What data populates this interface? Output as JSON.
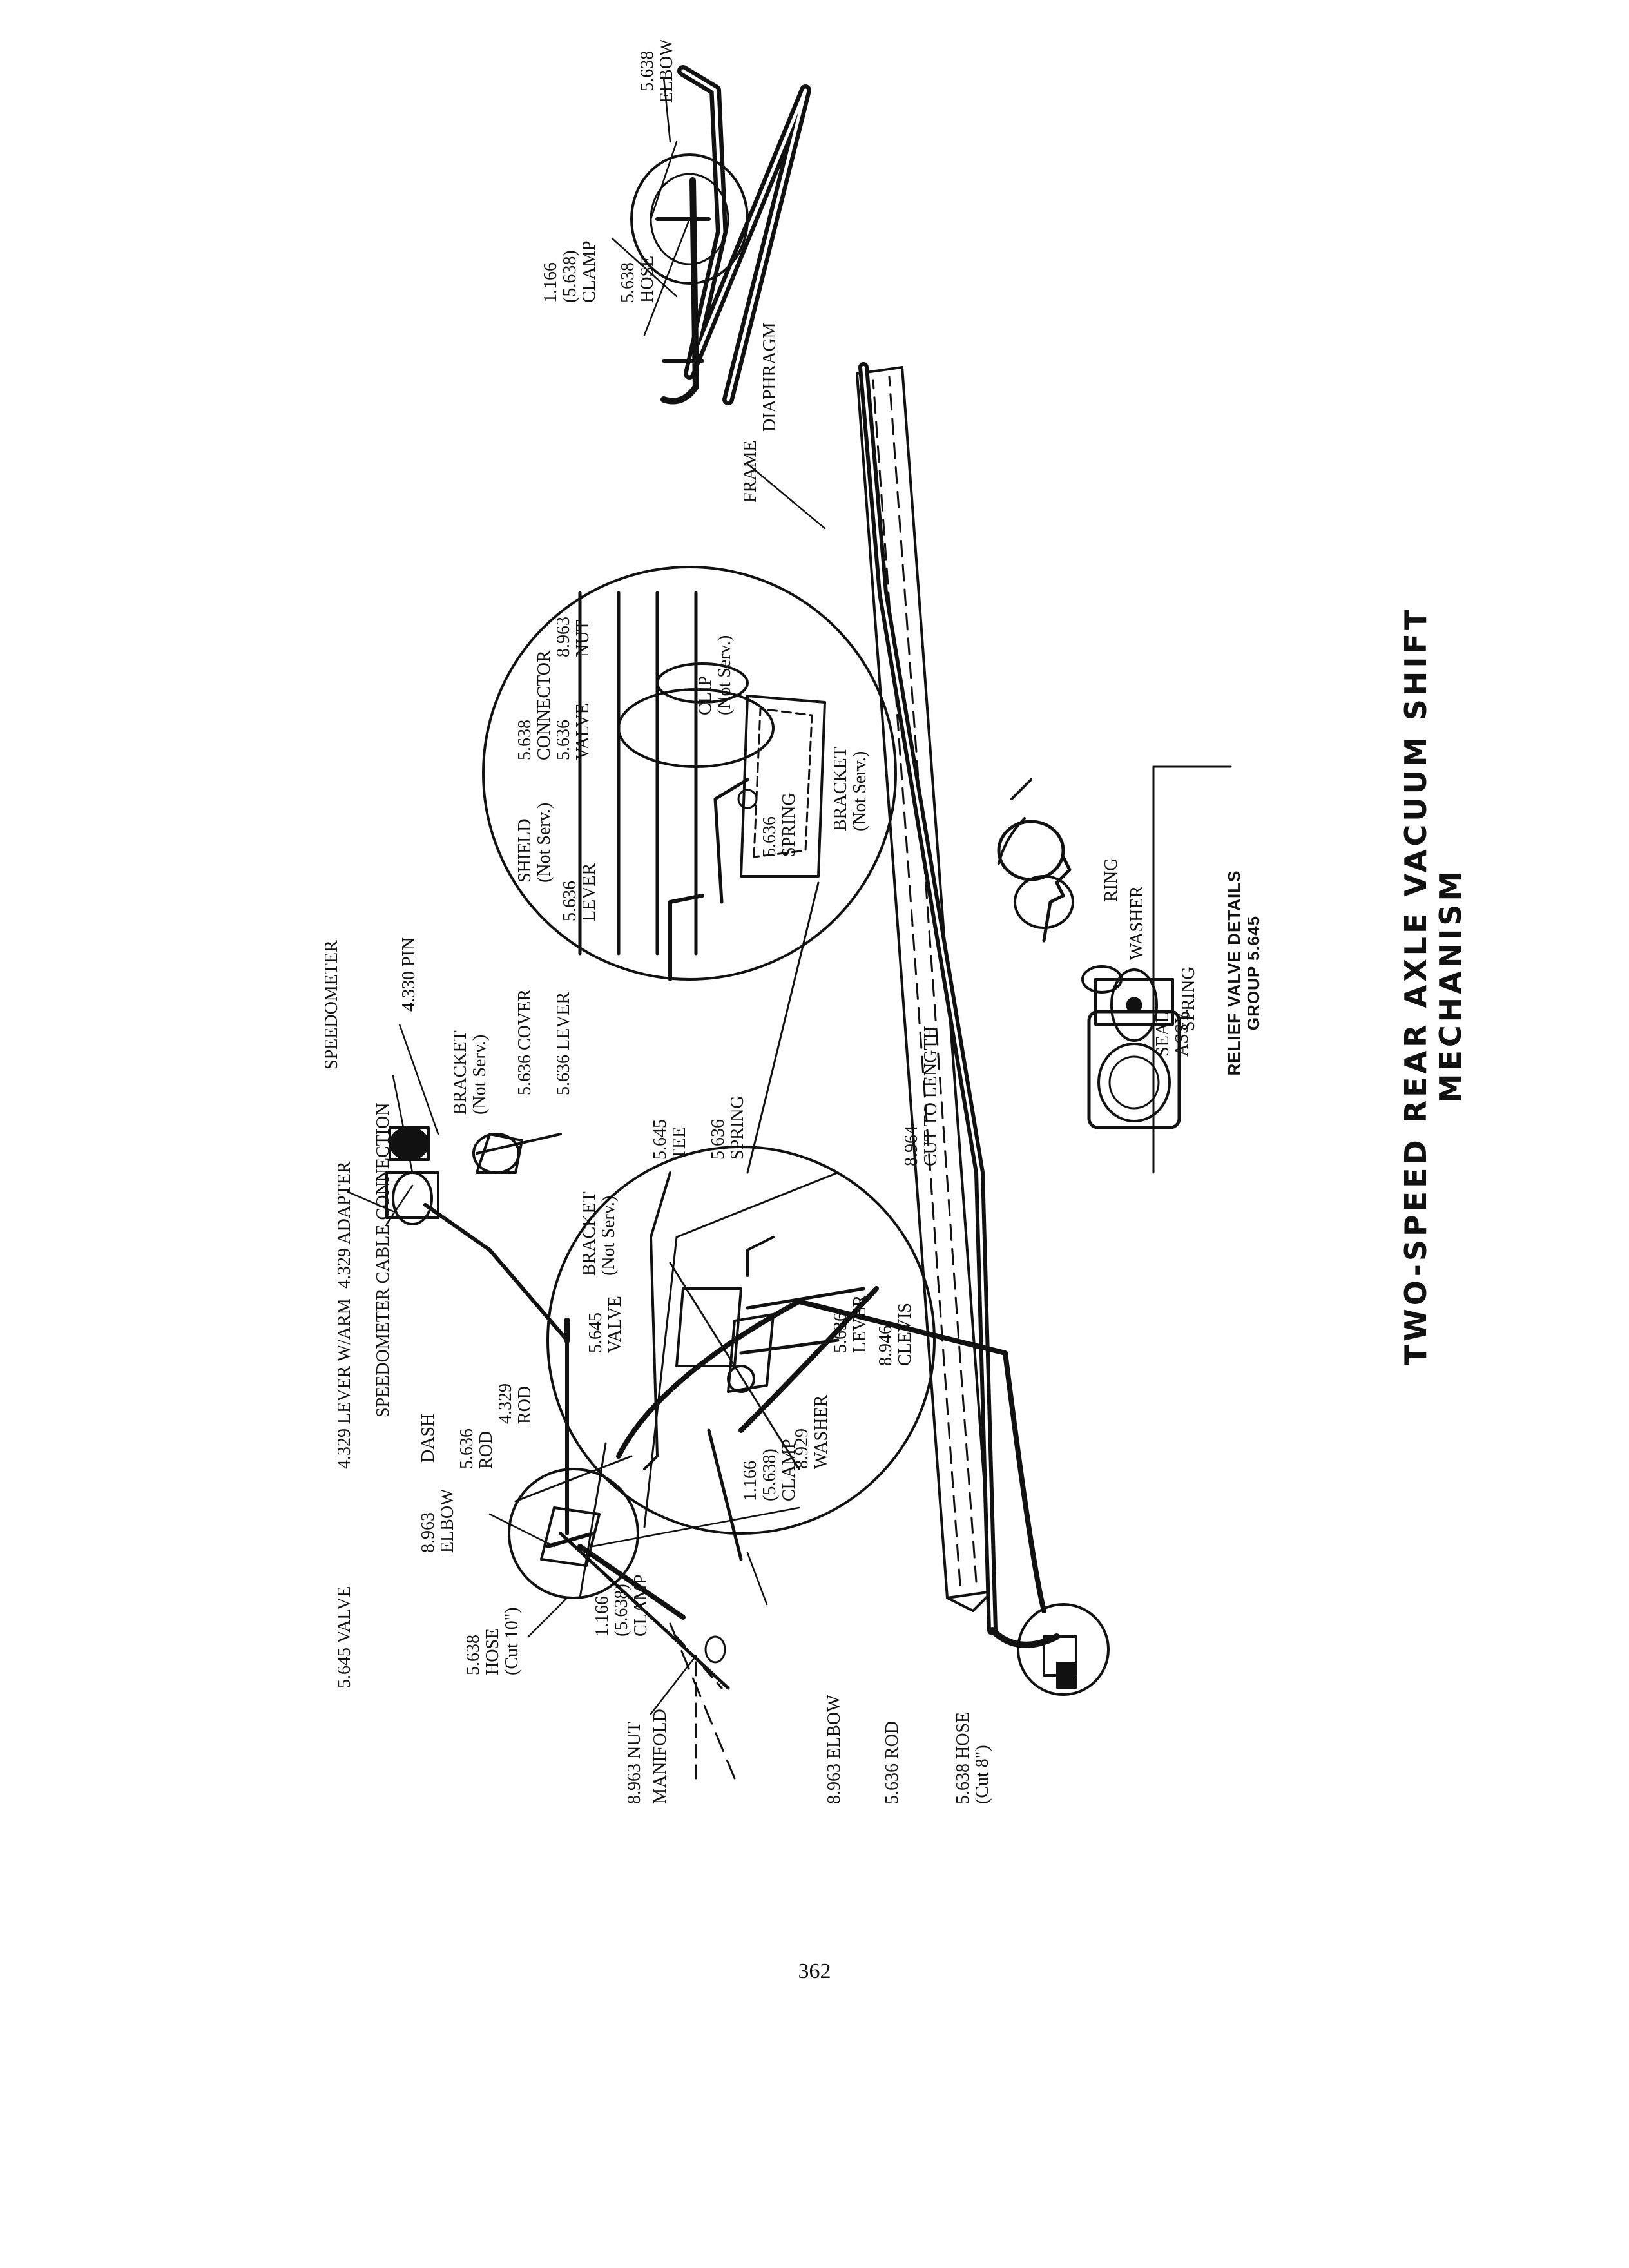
{
  "title": "TWO-SPEED REAR AXLE VACUUM SHIFT MECHANISM",
  "page_number": "362",
  "relief_detail": {
    "title_line1": "RELIEF VALVE DETAILS",
    "title_line2": "GROUP 5.645"
  },
  "labels": {
    "elbow_5638": [
      "5.638",
      "ELBOW"
    ],
    "clamp_1166_top": [
      "1.166",
      "(5.638)",
      "CLAMP"
    ],
    "hose_5638_top": [
      "5.638",
      "HOSE"
    ],
    "diaphragm": "DIAPHRAGM",
    "frame": "FRAME",
    "connector_5638": [
      "5.638",
      "CONNECTOR"
    ],
    "nut_8963": [
      "8.963",
      "NUT"
    ],
    "valve_5636": [
      "5.636",
      "VALVE"
    ],
    "clip": [
      "CLIP",
      "(Not Serv.)"
    ],
    "shield": [
      "SHIELD",
      "(Not Serv.)"
    ],
    "lever_5636_circle": [
      "5.636",
      "LEVER"
    ],
    "bracket_circle": [
      "BRACKET",
      "(Not Serv.)"
    ],
    "spring_5636_circle": [
      "5.636",
      "SPRING"
    ],
    "ring": "RING",
    "washer": "WASHER",
    "spring": "SPRING",
    "seal": [
      "SEAL",
      "ASSY."
    ],
    "cut_to_length": [
      "8.964",
      "CUT TO LENGTH"
    ],
    "speedometer": "SPEEDOMETER",
    "pin": "4.330 PIN",
    "adapter": "4.329 ADAPTER",
    "bracket_top": [
      "BRACKET",
      "(Not Serv.)"
    ],
    "cover": "5.636 COVER",
    "lever_top": "5.636 LEVER",
    "lever_warm": "4.329 LEVER W/ARM",
    "speedo_cable": "SPEEDOMETER CABLE CONNECTION",
    "dash": "DASH",
    "rod_5636_a": [
      "5.636",
      "ROD"
    ],
    "rod_4329": [
      "4.329",
      "ROD"
    ],
    "bracket_lower": [
      "BRACKET",
      "(Not Serv.)"
    ],
    "tee_5645": [
      "5.645",
      "TEE"
    ],
    "spring_5636_lower": [
      "5.636",
      "SPRING"
    ],
    "valve_5645_lower": [
      "5.645",
      "VALVE"
    ],
    "washer_8929": [
      "8.929",
      "WASHER"
    ],
    "lever_5636_lower": [
      "5.636",
      "LEVER"
    ],
    "clevis_8946": [
      "8.946",
      "CLEVIS"
    ],
    "elbow_8963": [
      "8.963",
      "ELBOW"
    ],
    "valve_5645": "5.645 VALVE",
    "hose_5638_cut10": [
      "5.638",
      "HOSE",
      "(Cut 10\")"
    ],
    "clamp_1166_mid": [
      "1.166",
      "(5.638)",
      "CLAMP"
    ],
    "clamp_1166_right": [
      "1.166",
      "(5.638)",
      "CLAMP"
    ],
    "nut_8963_low": "8.963 NUT",
    "manifold": "MANIFOLD",
    "elbow_8963_low": "8.963 ELBOW",
    "rod_5636_low": "5.636 ROD",
    "hose_5638_cut8": [
      "5.638 HOSE",
      "(Cut 8\")"
    ]
  }
}
